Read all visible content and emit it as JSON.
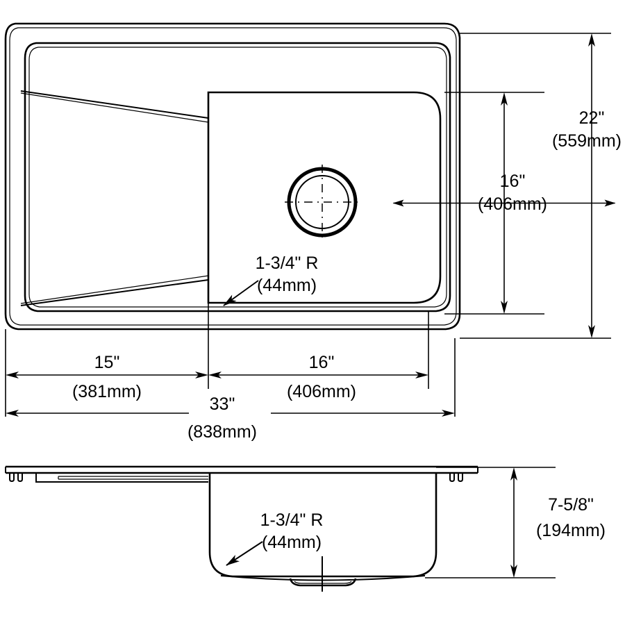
{
  "drawing": {
    "title": "Sink Dimensional Drawing",
    "views": {
      "plan": "top-plan-view",
      "elevation": "side-elevation-view"
    }
  },
  "dimensions": {
    "overall_width": {
      "imperial": "33\"",
      "metric": "(838mm)"
    },
    "overall_depth_front_to_back": {
      "imperial": "22\"",
      "metric": "(559mm)"
    },
    "bowl_width": {
      "imperial": "16\"",
      "metric": "(406mm)"
    },
    "bowl_depth_front_to_back": {
      "imperial": "16\"",
      "metric": "(406mm)"
    },
    "workboard_width": {
      "imperial": "15\"",
      "metric": "(381mm)"
    },
    "bowl_height": {
      "imperial": "7-5/8\"",
      "metric": "(194mm)"
    },
    "corner_radius_plan": {
      "imperial": "1-3/4\" R",
      "metric": "(44mm)"
    },
    "corner_radius_elevation": {
      "imperial": "1-3/4\" R",
      "metric": "(44mm)"
    }
  },
  "colors": {
    "line": "#000000",
    "background": "#ffffff"
  }
}
